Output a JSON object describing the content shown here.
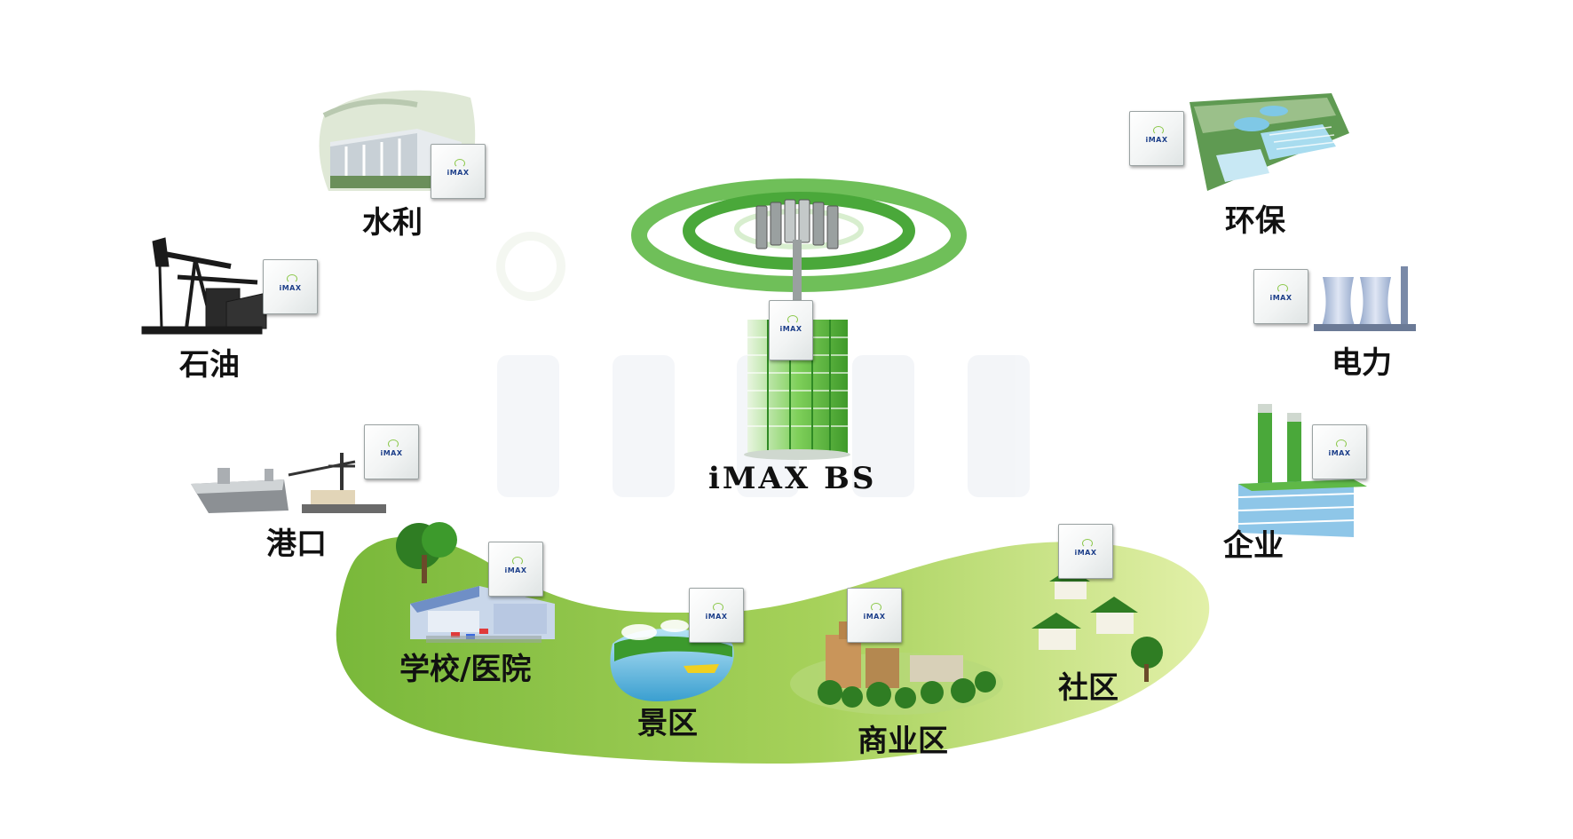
{
  "watermark": "iMAX",
  "base_station": {
    "label": "iMAX BS",
    "device_brand": "iMAX"
  },
  "device_brand": "iMAX",
  "nodes": [
    {
      "id": "water",
      "label": "水利"
    },
    {
      "id": "oil",
      "label": "石油"
    },
    {
      "id": "port",
      "label": "港口"
    },
    {
      "id": "school",
      "label": "学校/医院"
    },
    {
      "id": "scenic",
      "label": "景区"
    },
    {
      "id": "business",
      "label": "商业区"
    },
    {
      "id": "community",
      "label": "社区"
    },
    {
      "id": "enterprise",
      "label": "企业"
    },
    {
      "id": "power",
      "label": "电力"
    },
    {
      "id": "env",
      "label": "环保"
    }
  ],
  "colors": {
    "signal_green": "#4caf3a",
    "land_green": "#8cc63f",
    "land_light": "#d9ec9c",
    "building_green": "#5fbf3a",
    "brand_blue": "#1d3f8a"
  }
}
